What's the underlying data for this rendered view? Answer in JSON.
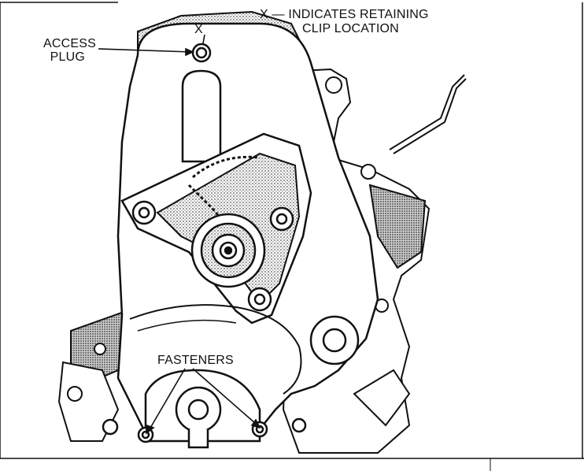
{
  "labels": {
    "retaining_clip_line1": "X — INDICATES RETAINING",
    "retaining_clip_line2": "CLIP LOCATION",
    "access_plug_line1": "ACCESS",
    "access_plug_line2": "PLUG",
    "x_marker": "X",
    "fasteners": "FASTENERS"
  },
  "colors": {
    "ink": "#111111",
    "shade": "#9a9a9a",
    "paper": "#ffffff"
  }
}
